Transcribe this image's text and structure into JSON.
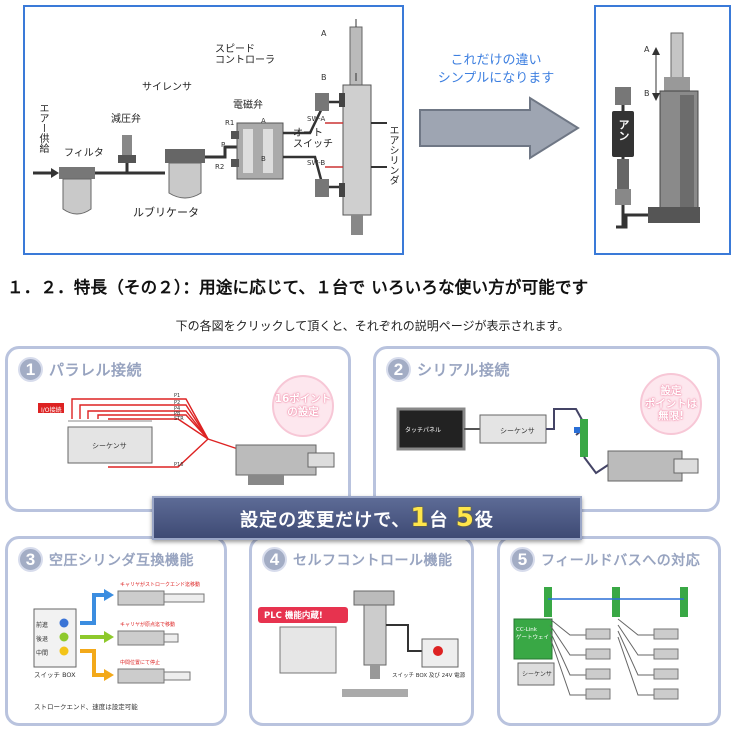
{
  "top_diagram": {
    "labels": {
      "air_supply": "エアー供給",
      "filter": "フィルタ",
      "reducing_valve": "減圧弁",
      "silencer": "サイレンサ",
      "speed_controller": "スピード\nコントローラ",
      "solenoid_valve": "電磁弁",
      "lubricator": "ルブリケータ",
      "auto_switch": "オート\nスイッチ",
      "air_cylinder": "エアシリンダ",
      "sw_a": "SW-A",
      "sw_b": "SW-B",
      "port_a": "A",
      "port_b": "B",
      "port_p": "P",
      "port_r1": "R1",
      "port_r2": "R2",
      "pos_a": "A",
      "pos_b": "B"
    }
  },
  "arrow_text": "これだけの違い\nシンプルになります",
  "right_diagram": {
    "unit_label": "アン",
    "pos_a": "A",
    "pos_b": "B"
  },
  "heading": "１．２．特長（その２）：用途に応じて、１台で いろいろな使い方が可能です",
  "subtext": "下の各図をクリックして頂くと、それぞれの説明ページが表示されます。",
  "panels": [
    {
      "num": "1",
      "title": "パラレル接続",
      "badge": "16ポイント\nの設定",
      "io_label": "I/O接続",
      "sequencer": "シーケンサ",
      "outputs": [
        "P1",
        "P2",
        "P4",
        "P8",
        "STR"
      ],
      "bottom_out": "P16"
    },
    {
      "num": "2",
      "title": "シリアル接続",
      "badge": "設定\nポイントは\n無限!",
      "touch_panel": "タッチパネル",
      "sequencer": "シーケンサ"
    },
    {
      "num": "3",
      "title": "空圧シリンダ互換機能",
      "box_labels": [
        "前進",
        "後退",
        "中間"
      ],
      "switch_box": "スイッチ BOX",
      "notes": [
        "キャリヤがストロークエンド迄移動",
        "キャリヤが原点迄で移動",
        "中間位置にて停止"
      ],
      "footer": "ストロークエンド、速度は設定可能"
    },
    {
      "num": "4",
      "title": "セルフコントロール機能",
      "plc_tag": "PLC 機能内蔵!",
      "switch_note": "スイッチ BOX 及び 24V 電源"
    },
    {
      "num": "5",
      "title": "フィールドバスへの対応",
      "gateway": "CC-Link\nゲートウェイ",
      "sequencer": "シーケンサ"
    }
  ],
  "banner": {
    "prefix": "設定の変更だけで、",
    "big1": "1",
    "mid": "台",
    "big2": "5",
    "suffix": "役"
  },
  "colors": {
    "frame_blue": "#3a7ad8",
    "panel_border": "#b9c3de",
    "panel_title": "#98a4c0",
    "badge_pink": "#fde7ee",
    "banner_bg": "#4a5780",
    "banner_yellow": "#ffe64a",
    "arrow_gray": "#9ea5b2"
  }
}
